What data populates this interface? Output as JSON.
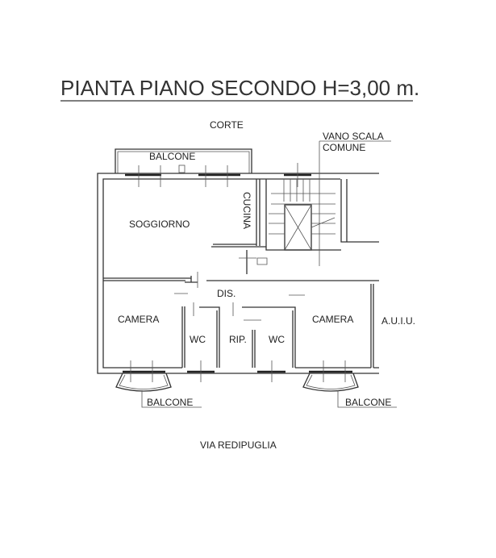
{
  "title": "PIANTA PIANO SECONDO H=3,00 m.",
  "orientation": {
    "top": "CORTE",
    "bottom": "VIA REDIPUGLIA"
  },
  "rooms": {
    "soggiorno": "SOGGIORNO",
    "cucina": "CUCINA",
    "dis": "DIS.",
    "camera_left": "CAMERA",
    "wc_left": "WC",
    "rip": "RIP.",
    "wc_right": "WC",
    "camera_right": "CAMERA",
    "auiu": "A.U.I.U."
  },
  "balconies": {
    "top": "BALCONE",
    "bottom_left": "BALCONE",
    "bottom_right": "BALCONE"
  },
  "stair": {
    "line1": "VANO SCALA",
    "line2": "COMUNE"
  }
}
